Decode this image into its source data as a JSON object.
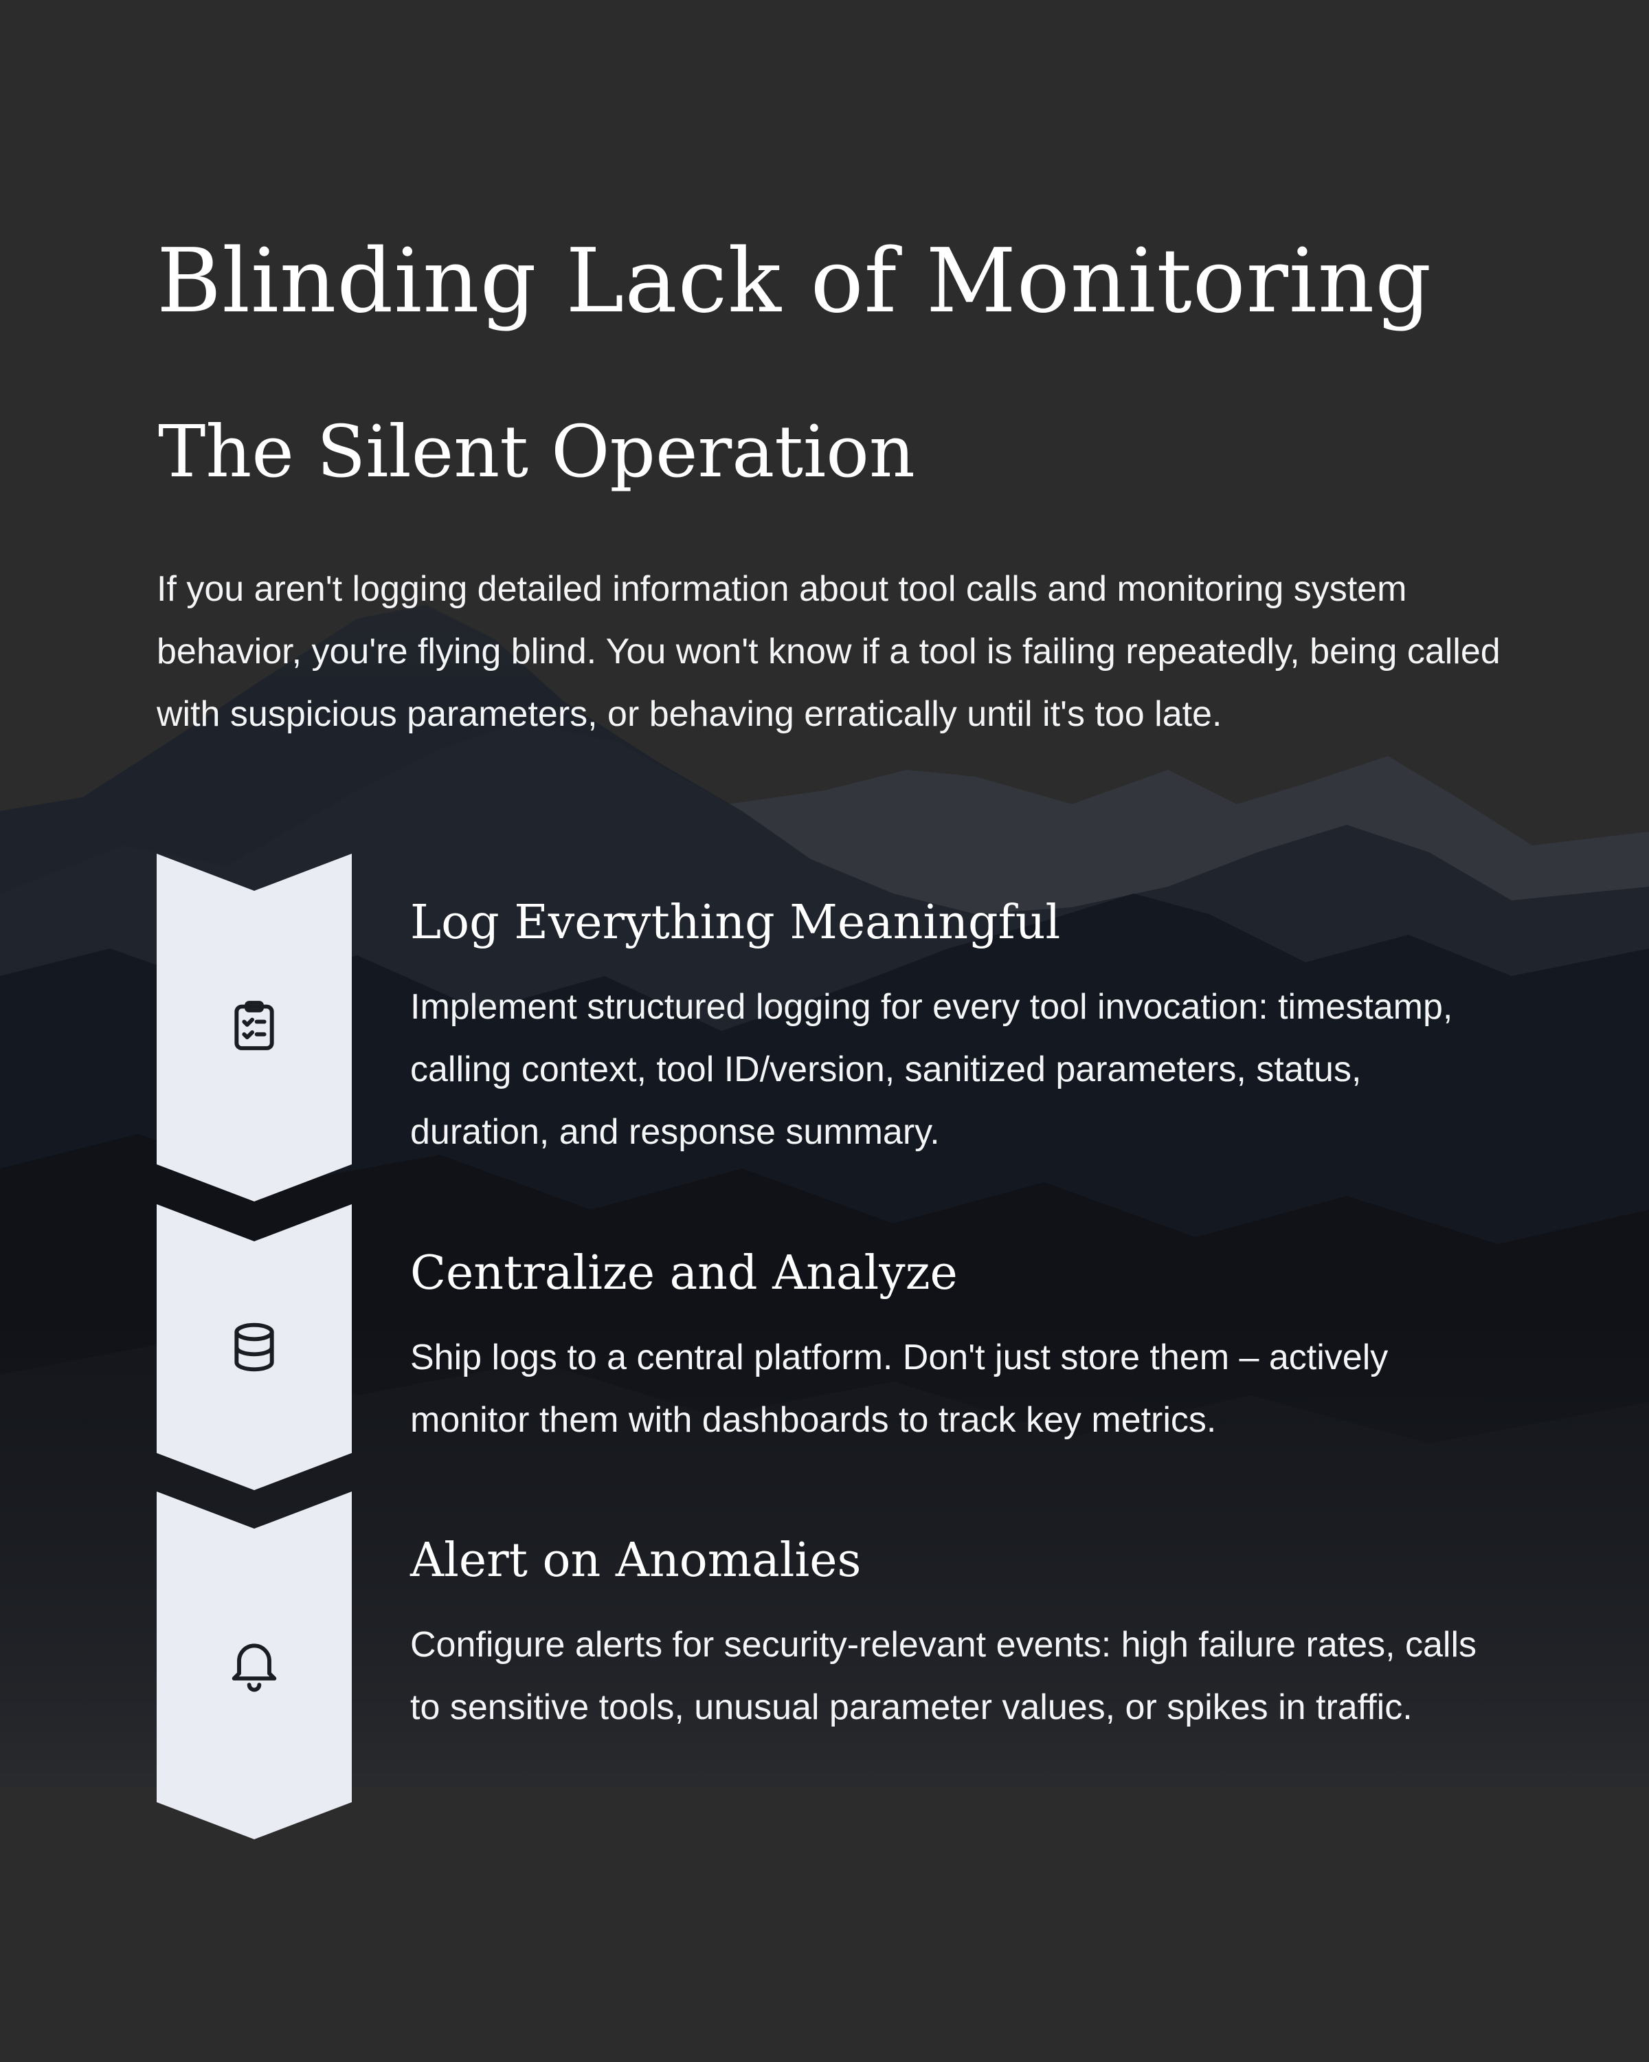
{
  "title": "Blinding Lack of Monitoring",
  "subtitle": "The Silent Operation",
  "intro": "If you aren't logging detailed information about tool calls and monitoring system behavior, you're flying blind. You won't know if a tool is failing repeatedly, being called with suspicious parameters, or behaving erratically until it's too late.",
  "colors": {
    "background": "#2c2c2d",
    "chevron": "#e9ecf3",
    "icon_stroke": "#1a1d22",
    "text": "#ffffff"
  },
  "steps": [
    {
      "icon": "clipboard-check-icon",
      "title": "Log Everything Meaningful",
      "description": "Implement structured logging for every tool invocation: timestamp, calling context, tool ID/version, sanitized parameters, status, duration, and response summary."
    },
    {
      "icon": "database-icon",
      "title": "Centralize and Analyze",
      "description": "Ship logs to a central platform. Don't just store them – actively monitor them with dashboards to track key metrics."
    },
    {
      "icon": "bell-icon",
      "title": "Alert on Anomalies",
      "description": "Configure alerts for security-relevant events: high failure rates, calls to sensitive tools, unusual parameter values, or spikes in traffic."
    }
  ]
}
